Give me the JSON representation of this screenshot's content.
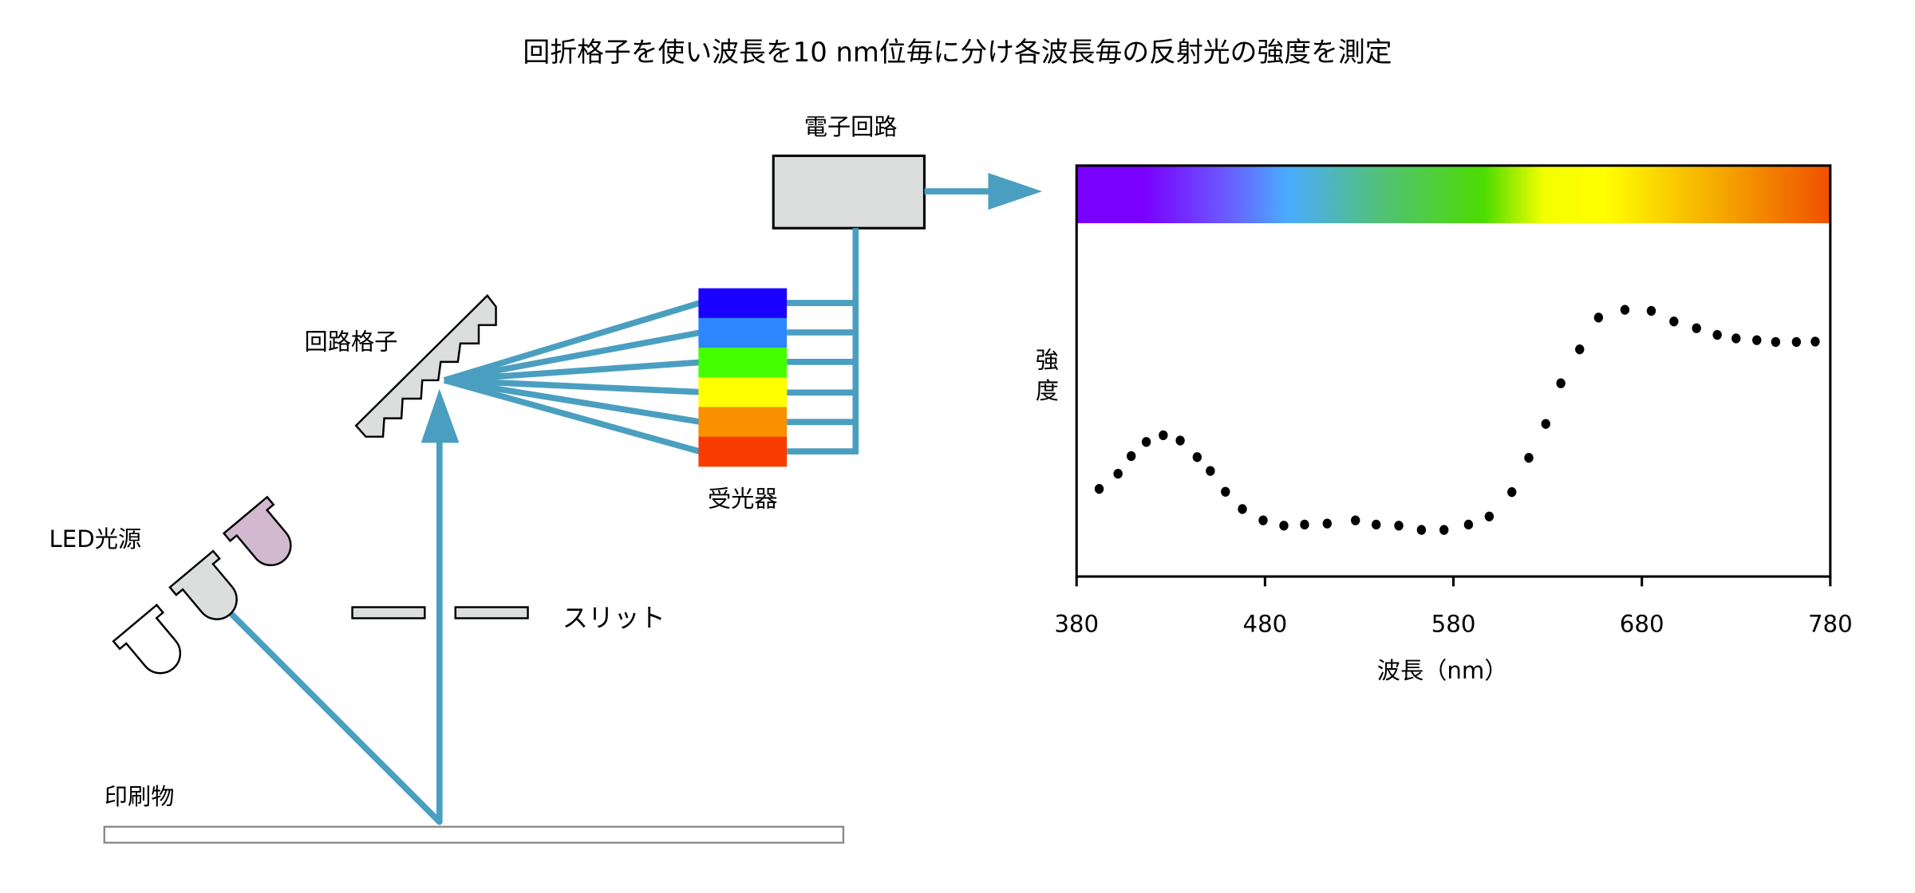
{
  "title": "回折格子を使い波長を10 nm位毎に分け各波長毎の反射光の強度を測定",
  "labels": {
    "circuit": "電子回路",
    "grating": "回路格子",
    "detector": "受光器",
    "led": "LED光源",
    "slit": "スリット",
    "print": "印刷物"
  },
  "colors": {
    "beam": "#4a9fc0",
    "box_fill": "#dcdddd",
    "led_pink": "#d2b9d0",
    "detector_bands": [
      "#1a00ff",
      "#2e86ff",
      "#44ff00",
      "#ffff00",
      "#f89000",
      "#f83c00"
    ],
    "spectrum_stops": [
      "#7a00ff",
      "#7a00ff",
      "#6a5cff",
      "#4aacff",
      "#52c07a",
      "#4cdc00",
      "#f4ff00",
      "#ffff00",
      "#f5aa00",
      "#f05000"
    ]
  },
  "chart_data": {
    "type": "scatter",
    "title": "",
    "xlabel": "波長（nm）",
    "ylabel": "強度",
    "xlim": [
      380,
      780
    ],
    "ylim": [
      0,
      100
    ],
    "xticks": [
      "380",
      "480",
      "580",
      "680",
      "780"
    ],
    "grid": false,
    "x": [
      392,
      402,
      409,
      417,
      426,
      435,
      444,
      451,
      459,
      468,
      479,
      490,
      501,
      513,
      528,
      539,
      551,
      563,
      575,
      588,
      599,
      611,
      620,
      629,
      637,
      647,
      657,
      671,
      685,
      697,
      709,
      720,
      730,
      741,
      751,
      762,
      772
    ],
    "y": [
      24.8,
      29.1,
      34.1,
      38.1,
      40.0,
      38.5,
      33.8,
      29.9,
      24.0,
      19.1,
      15.9,
      14.4,
      14.7,
      15.0,
      15.9,
      14.7,
      14.4,
      13.2,
      13.2,
      14.7,
      17.0,
      23.9,
      33.6,
      43.2,
      54.7,
      64.3,
      73.3,
      75.5,
      75.2,
      72.2,
      70.3,
      68.4,
      67.4,
      66.9,
      66.4,
      66.4,
      66.5
    ]
  }
}
